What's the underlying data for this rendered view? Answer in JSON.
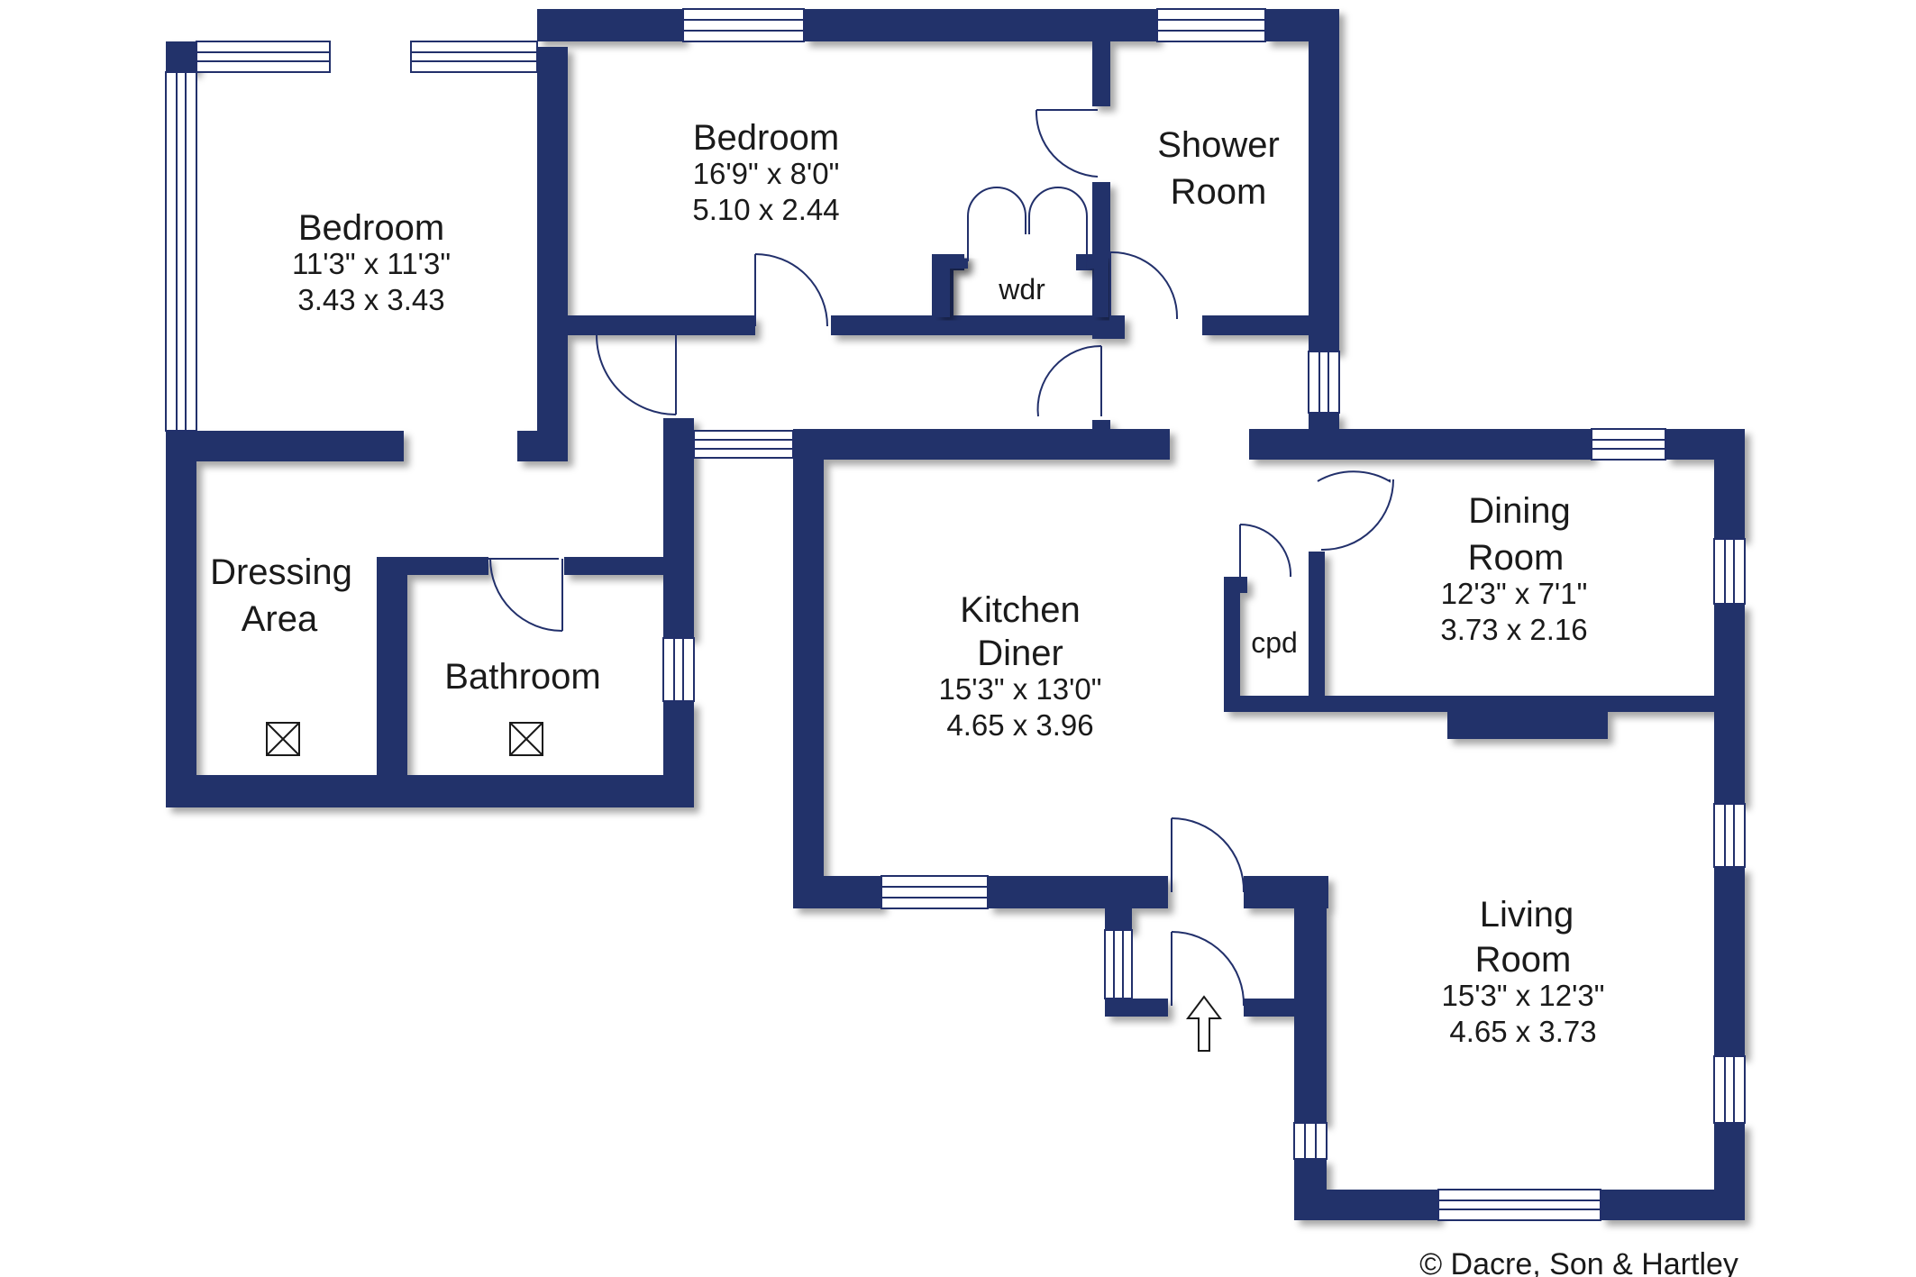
{
  "colors": {
    "wall": "#22306b",
    "background": "#ffffff",
    "text": "#1a1a1a"
  },
  "rooms": {
    "bedroom_left": {
      "name": "Bedroom",
      "dim_imperial": "11'3\" x 11'3\"",
      "dim_metric": "3.43 x 3.43"
    },
    "bedroom_top": {
      "name": "Bedroom",
      "dim_imperial": "16'9\" x 8'0\"",
      "dim_metric": "5.10 x 2.44"
    },
    "shower_room": {
      "name_line1": "Shower",
      "name_line2": "Room"
    },
    "wardrobe": {
      "name": "wdr"
    },
    "dressing_area": {
      "name_line1": "Dressing",
      "name_line2": "Area"
    },
    "bathroom": {
      "name": "Bathroom"
    },
    "kitchen_diner": {
      "name_line1": "Kitchen",
      "name_line2": "Diner",
      "dim_imperial": "15'3\" x 13'0\"",
      "dim_metric": "4.65 x 3.96"
    },
    "dining_room": {
      "name_line1": "Dining",
      "name_line2": "Room",
      "dim_imperial": "12'3\" x 7'1\"",
      "dim_metric": "3.73 x 2.16"
    },
    "cupboard": {
      "name": "cpd"
    },
    "living_room": {
      "name_line1": "Living",
      "name_line2": "Room",
      "dim_imperial": "15'3\" x 12'3\"",
      "dim_metric": "4.65 x 3.73"
    }
  },
  "icons": [
    "skylight-icon",
    "entrance-arrow-icon"
  ],
  "copyright": "© Dacre, Son & Hartley"
}
